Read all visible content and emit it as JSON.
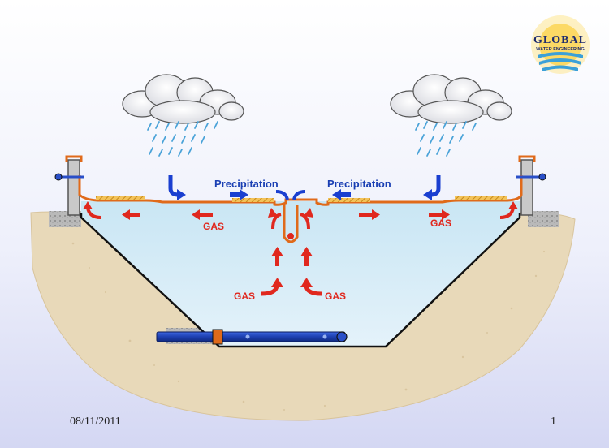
{
  "logo": {
    "name": "GLOBAL",
    "tagline": "WATER ENGINEERING"
  },
  "labels": {
    "precipitation_left": "Precipitation",
    "precipitation_right": "Precipitation",
    "gas_left_surface": "GAS",
    "gas_right_surface": "GAS",
    "gas_left_rising": "GAS",
    "gas_right_rising": "GAS"
  },
  "footer": {
    "date": "08/11/2011",
    "page": "1"
  },
  "colors": {
    "water": "#cfe8f5",
    "soil": "#e8d9b9",
    "cover": "#e06a1a",
    "pipe": "#1d3fb0",
    "arrow_blue": "#1a3fd0",
    "arrow_red": "#e0281e",
    "background_top": "#ffffff",
    "background_bottom": "#d9dcf5"
  }
}
